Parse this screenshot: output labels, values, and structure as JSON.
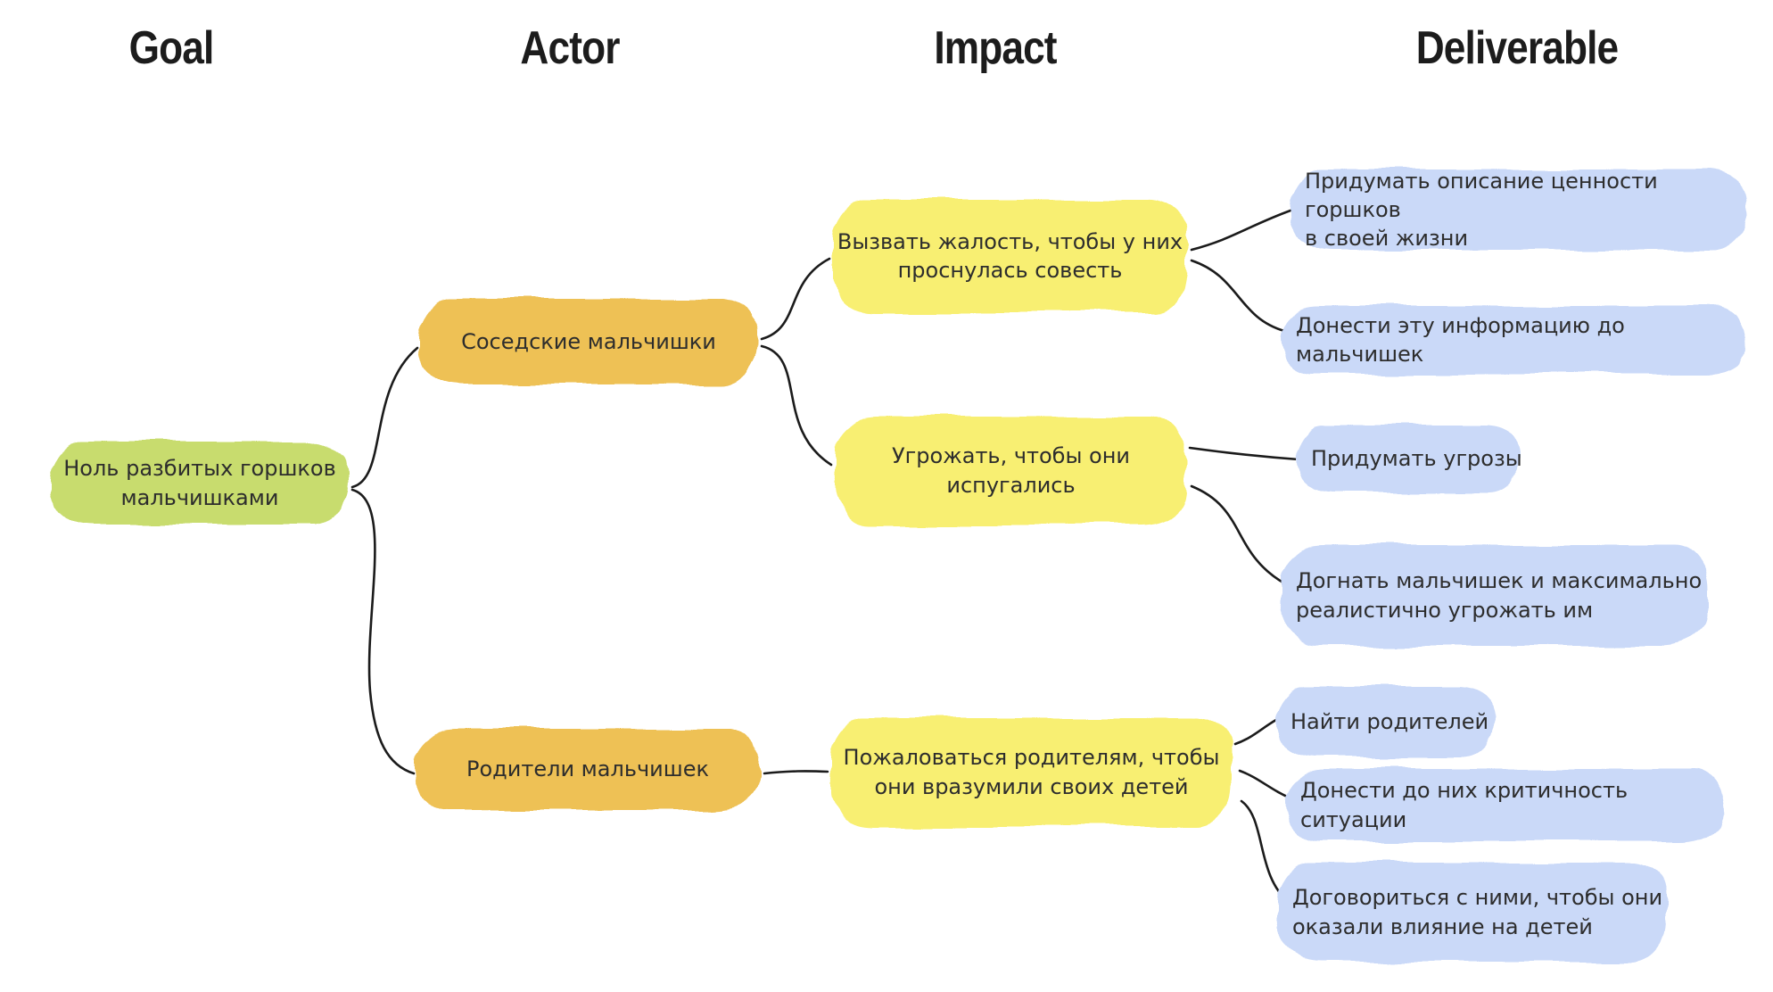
{
  "columns": [
    {
      "label": "Goal"
    },
    {
      "label": "Actor"
    },
    {
      "label": "Impact"
    },
    {
      "label": "Deliverable"
    }
  ],
  "colors": {
    "background": "#ffffff",
    "header_text": "#1c1c1c",
    "node_text": "#2d2d2d",
    "connector": "#1b1b1b",
    "goal_node": "#c8dc6e",
    "actor_node": "#eec154",
    "impact_node": "#f8ef72",
    "deliverable_node": "#cad9f8"
  },
  "map": {
    "goal": {
      "label": "Ноль разбитых горшков\nмальчишками"
    },
    "actors": [
      {
        "label": "Соседские мальчишки",
        "impacts": [
          {
            "label": "Вызвать жалость, чтобы у них\nпроснулась совесть",
            "deliverables": [
              {
                "label": "Придумать описание ценности горшков\nв своей жизни"
              },
              {
                "label": "Донести эту информацию до мальчишек"
              }
            ]
          },
          {
            "label": "Угрожать, чтобы они\nиспугались",
            "deliverables": [
              {
                "label": "Придумать угрозы"
              },
              {
                "label": "Догнать мальчишек и максимально\nреалистично угрожать им"
              }
            ]
          }
        ]
      },
      {
        "label": "Родители мальчишек",
        "impacts": [
          {
            "label": "Пожаловаться родителям, чтобы\nони вразумили своих детей",
            "deliverables": [
              {
                "label": "Найти родителей"
              },
              {
                "label": "Донести до них критичность ситуации"
              },
              {
                "label": "Договориться с ними, чтобы они\nоказали влияние на детей"
              }
            ]
          }
        ]
      }
    ]
  }
}
